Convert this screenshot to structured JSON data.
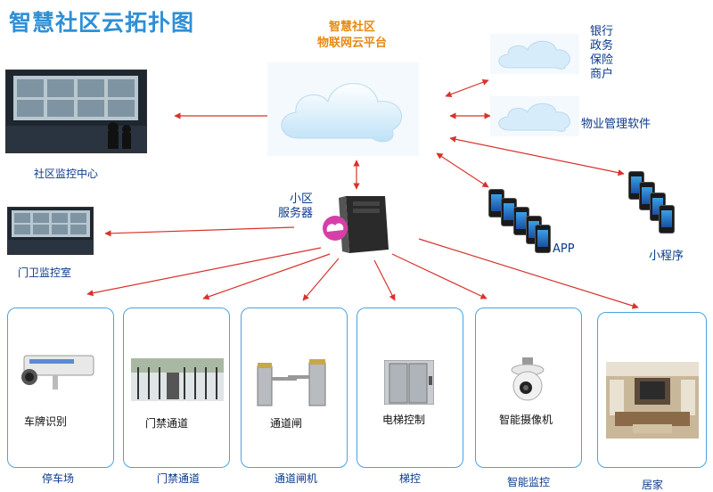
{
  "title": "智慧社区云拓扑图",
  "cloud": {
    "line1": "智慧社区",
    "line2": "物联网云平台"
  },
  "external_services": [
    "银行",
    "政务",
    "保险",
    "商户"
  ],
  "property_software": "物业管理软件",
  "server_label": {
    "line1": "小区",
    "line2": "服务器"
  },
  "monitor_center": "社区监控中心",
  "gate_room": "门卫监控室",
  "app_label": "APP",
  "mini_program": "小程序",
  "devices": [
    {
      "caption": "车牌识别",
      "label": "停车场"
    },
    {
      "caption": "门禁通道",
      "label": "门禁通道"
    },
    {
      "caption": "通道闸",
      "label": "通道闸机"
    },
    {
      "caption": "电梯控制",
      "label": "梯控"
    },
    {
      "caption": "智能摄像机",
      "label": "智能监控"
    },
    {
      "caption": "",
      "label": "居家"
    }
  ],
  "colors": {
    "arrow": "#d9322b",
    "box_border": "#4aa3df",
    "title": "#2e8fd6",
    "cloud_title": "#e58a12"
  }
}
